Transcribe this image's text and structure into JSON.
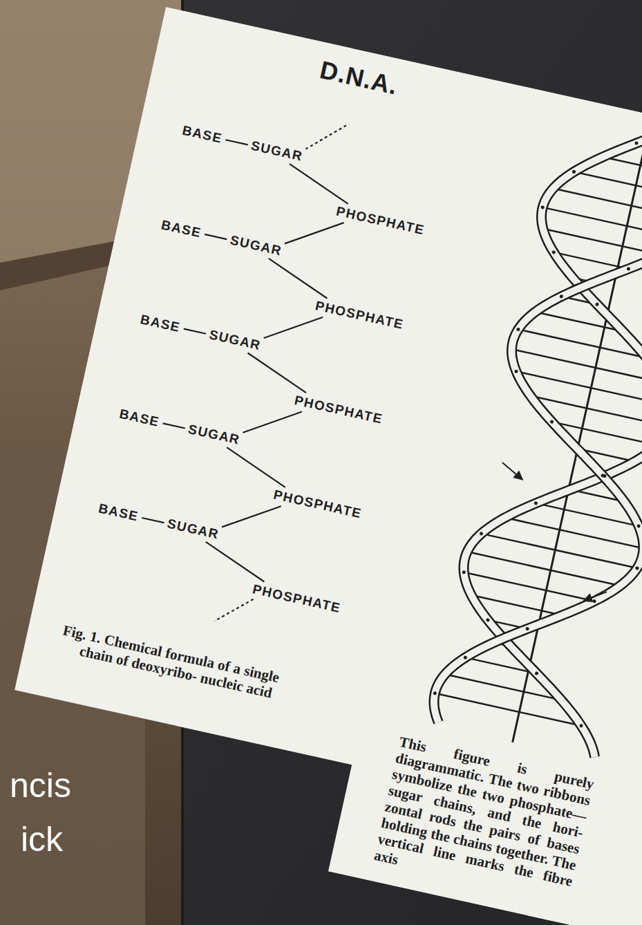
{
  "diagram": {
    "title": "D.N.A.",
    "caption": "Fig. 1. Chemical formula of a single chain of deoxyribo- nucleic acid",
    "labels": [
      "BASE",
      "SUGAR",
      "PHOSPHATE",
      "BASE",
      "SUGAR",
      "PHOSPHATE",
      "BASE",
      "SUGAR",
      "PHOSPHATE",
      "BASE",
      "SUGAR",
      "PHOSPHATE",
      "BASE",
      "SUGAR",
      "PHOSPHATE",
      "This figure is purely diagrammatic. The two ribbons symbolize the two phosphate—sugar chains, and the hori- zontal rods the pairs of bases holding the chains together. The vertical line marks the fibre axis",
      "ncis",
      "ick"
    ]
  }
}
